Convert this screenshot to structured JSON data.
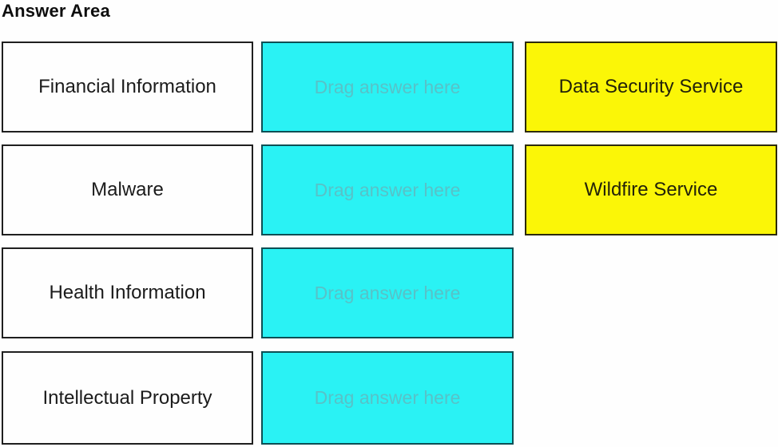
{
  "title": "Answer Area",
  "colors": {
    "drop_zone_fill": "#2af2f4",
    "drop_zone_border": "#0d4f54",
    "drop_zone_text": "#57c2c8",
    "answer_token_fill": "#fbf607",
    "answer_token_border": "#2c2a06"
  },
  "rows": [
    {
      "category": "Financial Information",
      "drop": "Drag answer here",
      "answer": "Data Security Service"
    },
    {
      "category": "Malware",
      "drop": "Drag answer here",
      "answer": "Wildfire Service"
    },
    {
      "category": "Health Information",
      "drop": "Drag answer here"
    },
    {
      "category": "Intellectual Property",
      "drop": "Drag answer here"
    }
  ]
}
